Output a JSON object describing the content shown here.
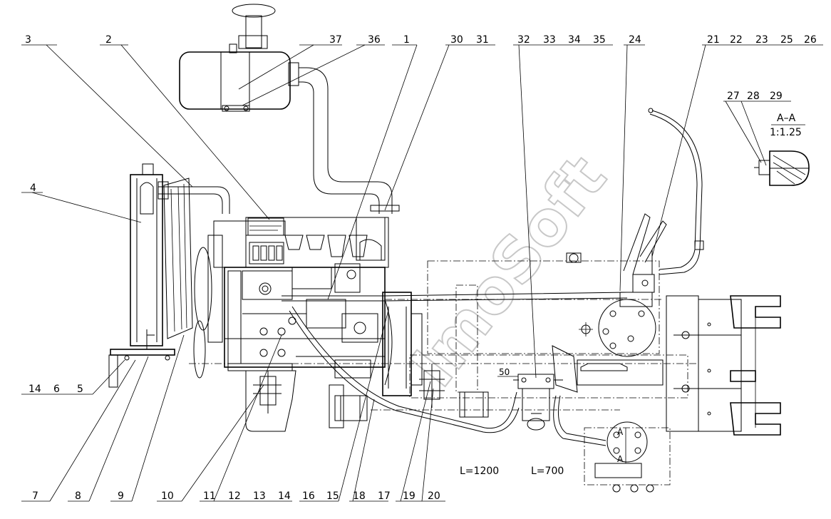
{
  "watermark": "ImoSoft",
  "callouts_top": [
    "3",
    "2",
    "37",
    "36",
    "1",
    "30",
    "31",
    "32",
    "33",
    "34",
    "35",
    "24",
    "21",
    "22",
    "23",
    "25",
    "26"
  ],
  "callouts_left": [
    "4",
    "14",
    "6",
    "5"
  ],
  "callouts_bottom": [
    "7",
    "8",
    "9",
    "10",
    "11",
    "12",
    "13",
    "14",
    "16",
    "15",
    "18",
    "17",
    "19",
    "20"
  ],
  "section_callouts": [
    "27",
    "28",
    "29"
  ],
  "section_label": "A–A",
  "section_scale": "1:1.25",
  "hose_lengths": [
    "L=1200",
    "L=700"
  ],
  "dimension_50": "50",
  "section_marks": [
    "A",
    "A"
  ]
}
